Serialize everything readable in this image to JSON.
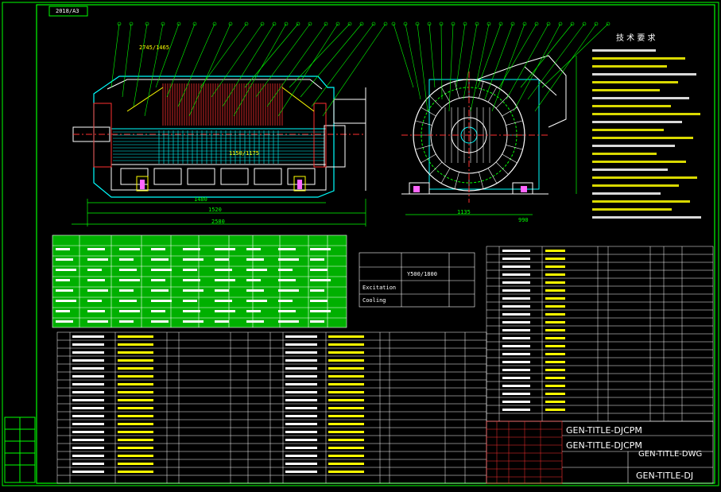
{
  "drawing": {
    "tag": "2018/A3",
    "title_block": {
      "name_top": "GEN-TITLE-DJCPM",
      "name_main": "GEN-TITLE-DJCPM",
      "name_right": "GEN-TITLE-DWG",
      "name_bottom": "GEN-TITLE-DJ"
    },
    "dimensions": {
      "d1": "1520",
      "d2": "2580",
      "d3": "1480",
      "d4": "1135",
      "d5": "2745/1465",
      "d6": "1150/1175",
      "d7": "990"
    },
    "mid_table": {
      "r1": "Y500/1800",
      "r2": "Excitation",
      "r3": "Cooling"
    },
    "tech_header": "技 术 要 求"
  },
  "colors": {
    "background": "#000000",
    "frame": "#00ff00",
    "cyan": "#00ffff",
    "red": "#ff3030",
    "yellow": "#ffff00",
    "white": "#ffffff",
    "magenta": "#ff66ff"
  }
}
